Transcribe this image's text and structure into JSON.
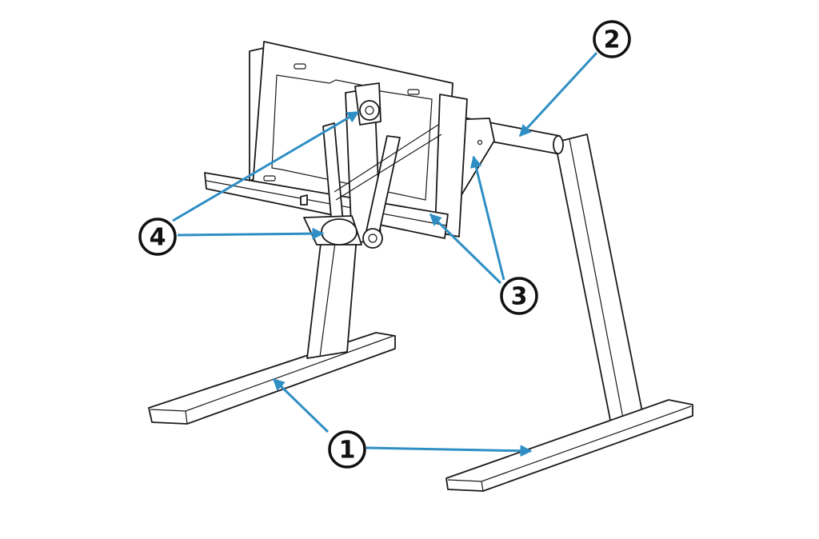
{
  "diagram": {
    "callouts": [
      {
        "id": "1",
        "label": "1"
      },
      {
        "id": "2",
        "label": "2"
      },
      {
        "id": "3",
        "label": "3"
      },
      {
        "id": "4",
        "label": "4"
      }
    ],
    "colors": {
      "arrow": "#2f8fc4",
      "outline": "#1a1a1a",
      "background": "#ffffff"
    }
  }
}
